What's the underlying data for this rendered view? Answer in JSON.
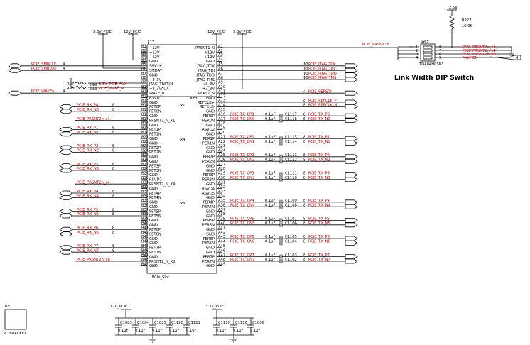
{
  "top_rails": {
    "v33_a": "3.3V_PCIE",
    "v12_a": "12V_PCIE",
    "v12_b": "12V_PCIE",
    "v33_b": "3.3V_PCIE"
  },
  "connector": {
    "refdes": "J17",
    "footer": "PCIe_Slot",
    "key": "KEY",
    "group_labels": [
      "x1",
      "x4",
      "x8"
    ],
    "left_pins": [
      {
        "n": "B1",
        "name": "+12V"
      },
      {
        "n": "B2",
        "name": "+12V"
      },
      {
        "n": "B3",
        "name": "+12V"
      },
      {
        "n": "B4",
        "name": "GND"
      },
      {
        "n": "B5",
        "name": "SMCLK"
      },
      {
        "n": "B6",
        "name": "SMDAT"
      },
      {
        "n": "B7",
        "name": "GND"
      },
      {
        "n": "B8",
        "name": "+3_3V"
      },
      {
        "n": "B9",
        "name": "JTAG_TRST/N"
      },
      {
        "n": "B10",
        "name": "+3_3VAUX"
      },
      {
        "n": "B11",
        "name": "WAKE_N"
      },
      {
        "n": "B12",
        "name": "RSVD1"
      },
      {
        "n": "B13",
        "name": "GND"
      },
      {
        "n": "B14",
        "name": "PET0P"
      },
      {
        "n": "B15",
        "name": "PET0N"
      },
      {
        "n": "B16",
        "name": "GND"
      },
      {
        "n": "B17",
        "name": "PRSNT2_N_X1"
      },
      {
        "n": "B18",
        "name": "GND"
      },
      {
        "n": "B19",
        "name": "PET1P"
      },
      {
        "n": "B20",
        "name": "PET1N"
      },
      {
        "n": "B21",
        "name": "GND"
      },
      {
        "n": "B22",
        "name": "GND"
      },
      {
        "n": "B23",
        "name": "PET2P"
      },
      {
        "n": "B24",
        "name": "PET2N"
      },
      {
        "n": "B25",
        "name": "GND"
      },
      {
        "n": "B26",
        "name": "GND"
      },
      {
        "n": "B27",
        "name": "PET3P"
      },
      {
        "n": "B28",
        "name": "PET3N"
      },
      {
        "n": "B29",
        "name": "GND"
      },
      {
        "n": "B30",
        "name": "RSVD3"
      },
      {
        "n": "B31",
        "name": "PRSNT2_N_X4"
      },
      {
        "n": "B32",
        "name": "GND"
      },
      {
        "n": "B33",
        "name": "PET4P"
      },
      {
        "n": "B34",
        "name": "PET4N"
      },
      {
        "n": "B35",
        "name": "GND"
      },
      {
        "n": "B36",
        "name": "GND"
      },
      {
        "n": "B37",
        "name": "PET5P"
      },
      {
        "n": "B38",
        "name": "PET5N"
      },
      {
        "n": "B39",
        "name": "GND"
      },
      {
        "n": "B40",
        "name": "GND"
      },
      {
        "n": "B41",
        "name": "PET6P"
      },
      {
        "n": "B42",
        "name": "PET6N"
      },
      {
        "n": "B43",
        "name": "GND"
      },
      {
        "n": "B44",
        "name": "GND"
      },
      {
        "n": "B45",
        "name": "PET7P"
      },
      {
        "n": "B46",
        "name": "PET7N"
      },
      {
        "n": "B47",
        "name": "GND"
      },
      {
        "n": "B48",
        "name": "PRSNT2_N_X8"
      },
      {
        "n": "B49",
        "name": "GND"
      }
    ],
    "right_pins": [
      {
        "n": "A1",
        "name": "PRSNT1_N"
      },
      {
        "n": "A2",
        "name": "+12V"
      },
      {
        "n": "A3",
        "name": "+12V"
      },
      {
        "n": "A4",
        "name": "GND"
      },
      {
        "n": "A5",
        "name": "JTAG_TCK"
      },
      {
        "n": "A6",
        "name": "JTAG_TDI"
      },
      {
        "n": "A7",
        "name": "JTAG_TDO"
      },
      {
        "n": "A8",
        "name": "JTAG_TMS"
      },
      {
        "n": "A9",
        "name": "+3_3V"
      },
      {
        "n": "A10",
        "name": "+3_3V"
      },
      {
        "n": "A11",
        "name": "PERST_N"
      },
      {
        "n": "A12",
        "name": "GND"
      },
      {
        "n": "A13",
        "name": "REFCLK+"
      },
      {
        "n": "A14",
        "name": "REFCLK-"
      },
      {
        "n": "A15",
        "name": "GND"
      },
      {
        "n": "A16",
        "name": "PER0P"
      },
      {
        "n": "A17",
        "name": "PER0N"
      },
      {
        "n": "A18",
        "name": "GND"
      },
      {
        "n": "A19",
        "name": "RSVD2"
      },
      {
        "n": "A20",
        "name": "GND"
      },
      {
        "n": "A21",
        "name": "PER1P"
      },
      {
        "n": "A22",
        "name": "PER1N"
      },
      {
        "n": "A23",
        "name": "GND"
      },
      {
        "n": "A24",
        "name": "GND"
      },
      {
        "n": "A25",
        "name": "PER2P"
      },
      {
        "n": "A26",
        "name": "PER2N"
      },
      {
        "n": "A27",
        "name": "GND"
      },
      {
        "n": "A28",
        "name": "GND"
      },
      {
        "n": "A29",
        "name": "PER3P"
      },
      {
        "n": "A30",
        "name": "PER3N"
      },
      {
        "n": "A31",
        "name": "GND"
      },
      {
        "n": "A32",
        "name": "RSVD4"
      },
      {
        "n": "A33",
        "name": "RSVD5"
      },
      {
        "n": "A34",
        "name": "GND"
      },
      {
        "n": "A35",
        "name": "PER4P"
      },
      {
        "n": "A36",
        "name": "PER4N"
      },
      {
        "n": "A37",
        "name": "GND"
      },
      {
        "n": "A38",
        "name": "GND"
      },
      {
        "n": "A39",
        "name": "PER5P"
      },
      {
        "n": "A40",
        "name": "PER5N"
      },
      {
        "n": "A41",
        "name": "GND"
      },
      {
        "n": "A42",
        "name": "GND"
      },
      {
        "n": "A43",
        "name": "PER6P"
      },
      {
        "n": "A44",
        "name": "PER6N"
      },
      {
        "n": "A45",
        "name": "GND"
      },
      {
        "n": "A46",
        "name": "GND"
      },
      {
        "n": "A47",
        "name": "PER7P"
      },
      {
        "n": "A48",
        "name": "PER7N"
      },
      {
        "n": "A49",
        "name": "GND"
      }
    ]
  },
  "left_nets": [
    {
      "pin": "B5",
      "label": "PCIE_SMBCLK",
      "num": "4"
    },
    {
      "pin": "B6",
      "label": "PCIE_SMBDAT",
      "num": "4"
    },
    {
      "pin": "B11",
      "label": "PCIE_WAKEn",
      "num": "4"
    },
    {
      "pin": "B14",
      "label": "PCIE_RX_P0",
      "num": "8"
    },
    {
      "pin": "B15",
      "label": "PCIE_RX_N0",
      "num": "8"
    },
    {
      "pin": "B17",
      "label": "PCIE_PRSNT2n_x1",
      "num": ""
    },
    {
      "pin": "B19",
      "label": "PCIE_RX_P1",
      "num": "8"
    },
    {
      "pin": "B20",
      "label": "PCIE_RX_N1",
      "num": "8"
    },
    {
      "pin": "B23",
      "label": "PCIE_RX_P2",
      "num": "8"
    },
    {
      "pin": "B24",
      "label": "PCIE_RX_N2",
      "num": "8"
    },
    {
      "pin": "B27",
      "label": "PCIE_RX_P3",
      "num": "8"
    },
    {
      "pin": "B28",
      "label": "PCIE_RX_N3",
      "num": "8"
    },
    {
      "pin": "B31",
      "label": "PCIE_PRSNT2n_x4",
      "num": ""
    },
    {
      "pin": "B33",
      "label": "PCIE_RX_P4",
      "num": "8"
    },
    {
      "pin": "B34",
      "label": "PCIE_RX_N4",
      "num": "8"
    },
    {
      "pin": "B37",
      "label": "PCIE_RX_P5",
      "num": "8"
    },
    {
      "pin": "B38",
      "label": "PCIE_RX_N5",
      "num": "8"
    },
    {
      "pin": "B41",
      "label": "PCIE_RX_P6",
      "num": "8"
    },
    {
      "pin": "B42",
      "label": "PCIE_RX_N6",
      "num": "8"
    },
    {
      "pin": "B45",
      "label": "PCIE_RX_P7",
      "num": "8"
    },
    {
      "pin": "B46",
      "label": "PCIE_RX_N7",
      "num": "8"
    },
    {
      "pin": "B48",
      "label": "PCIE_PRSNT2n_x8",
      "num": ""
    }
  ],
  "jtag_nets": [
    {
      "pin": "A5",
      "label": "PCIE_JTAG_TCK",
      "num": "10"
    },
    {
      "pin": "A6",
      "label": "PCIE_JTAG_TDI",
      "num": "10"
    },
    {
      "pin": "A7",
      "label": "PCIE_JTAG_TDO",
      "num": "10"
    },
    {
      "pin": "A8",
      "label": "PCIE_JTAG_TMS",
      "num": "10"
    }
  ],
  "right_nets": [
    {
      "pin": "A11",
      "label": "PCIE_PERSTn",
      "num": "4"
    },
    {
      "pin": "A13",
      "label": "PCIE_REFCLK_P",
      "num": "8"
    },
    {
      "pin": "A14",
      "label": "PCIE_REFCLK_N",
      "num": "8"
    }
  ],
  "tx_pairs": [
    {
      "pins": [
        "A16",
        "A17"
      ],
      "nets": [
        "PCIE_TX_CP0",
        "PCIE_TX_CN0"
      ],
      "caps": [
        "C1117",
        "C1118"
      ],
      "out": [
        "PCIE_TX_P0",
        "PCIE_TX_N0"
      ]
    },
    {
      "pins": [
        "A21",
        "A22"
      ],
      "nets": [
        "PCIE_TX_CP1",
        "PCIE_TX_CN1"
      ],
      "caps": [
        "C1115",
        "C1114"
      ],
      "out": [
        "PCIE_TX_P1",
        "PCIE_TX_N1"
      ]
    },
    {
      "pins": [
        "A25",
        "A26"
      ],
      "nets": [
        "PCIE_TX_CP2",
        "PCIE_TX_CN2"
      ],
      "caps": [
        "C1113",
        "C1112"
      ],
      "out": [
        "PCIE_TX_P2",
        "PCIE_TX_N2"
      ]
    },
    {
      "pins": [
        "A29",
        "A30"
      ],
      "nets": [
        "PCIE_TX_CP3",
        "PCIE_TX_CN3"
      ],
      "caps": [
        "C1111",
        "C1110"
      ],
      "out": [
        "PCIE_TX_P3",
        "PCIE_TX_N3"
      ]
    },
    {
      "pins": [
        "A35",
        "A36"
      ],
      "nets": [
        "PCIE_TX_CP4",
        "PCIE_TX_CN4"
      ],
      "caps": [
        "C1109",
        "C1108"
      ],
      "out": [
        "PCIE_TX_P4",
        "PCIE_TX_N4"
      ]
    },
    {
      "pins": [
        "A39",
        "A40"
      ],
      "nets": [
        "PCIE_TX_CP5",
        "PCIE_TX_CN5"
      ],
      "caps": [
        "C1107",
        "C1106"
      ],
      "out": [
        "PCIE_TX_P5",
        "PCIE_TX_N5"
      ]
    },
    {
      "pins": [
        "A43",
        "A44"
      ],
      "nets": [
        "PCIE_TX_CP6",
        "PCIE_TX_CN6"
      ],
      "caps": [
        "C1105",
        "C1104"
      ],
      "out": [
        "PCIE_TX_P6",
        "PCIE_TX_N6"
      ]
    },
    {
      "pins": [
        "A47",
        "A48"
      ],
      "nets": [
        "PCIE_TX_CP7",
        "PCIE_TX_CN7"
      ],
      "caps": [
        "C1103",
        "C1102"
      ],
      "out": [
        "PCIE_TX_P7",
        "PCIE_TX_N7"
      ]
    }
  ],
  "tx_cap_value": "0.1uF",
  "tx_out_num": "8",
  "jtag_resistors": {
    "r97": "R97",
    "r98": "R98",
    "dni_a": "DNI",
    "dni_b": "DNI",
    "aux_net": "3.3V_PCIE_AUX",
    "wake_net": "PCIE_WAKE_R"
  },
  "dip_switch": {
    "ref": "SW5",
    "part": "TDA04H0SB1",
    "title": "Link Width DIP Switch",
    "rail": "2.5V",
    "resistor": "R227",
    "resistor_value": "10.0K",
    "prsnt_net": "PCIE_PRSNT1n",
    "outputs": [
      {
        "pin": "8",
        "label": "PCIE_PRSNT2n_x1"
      },
      {
        "pin": "7",
        "label": "PCIE_PRSNT2n_x4"
      },
      {
        "pin": "6",
        "label": "PCIE_PRSNT2n_x8"
      },
      {
        "pin": "5",
        "label": "MAX_EN"
      }
    ],
    "left_pins": [
      "1",
      "2",
      "3",
      "4"
    ],
    "max_en_num": "4"
  },
  "bracket": {
    "ref": "B5",
    "label": "PCIBRACKET"
  },
  "decoupling": {
    "rail_12": "12V_PCIE",
    "caps_12": [
      "C1083",
      "C1084",
      "C1085",
      "C1120",
      "C1121"
    ],
    "rail_33": "3.3V_PCIE",
    "caps_33": [
      "C1119",
      "C1116",
      "C1086"
    ],
    "value": "0.1uF"
  }
}
